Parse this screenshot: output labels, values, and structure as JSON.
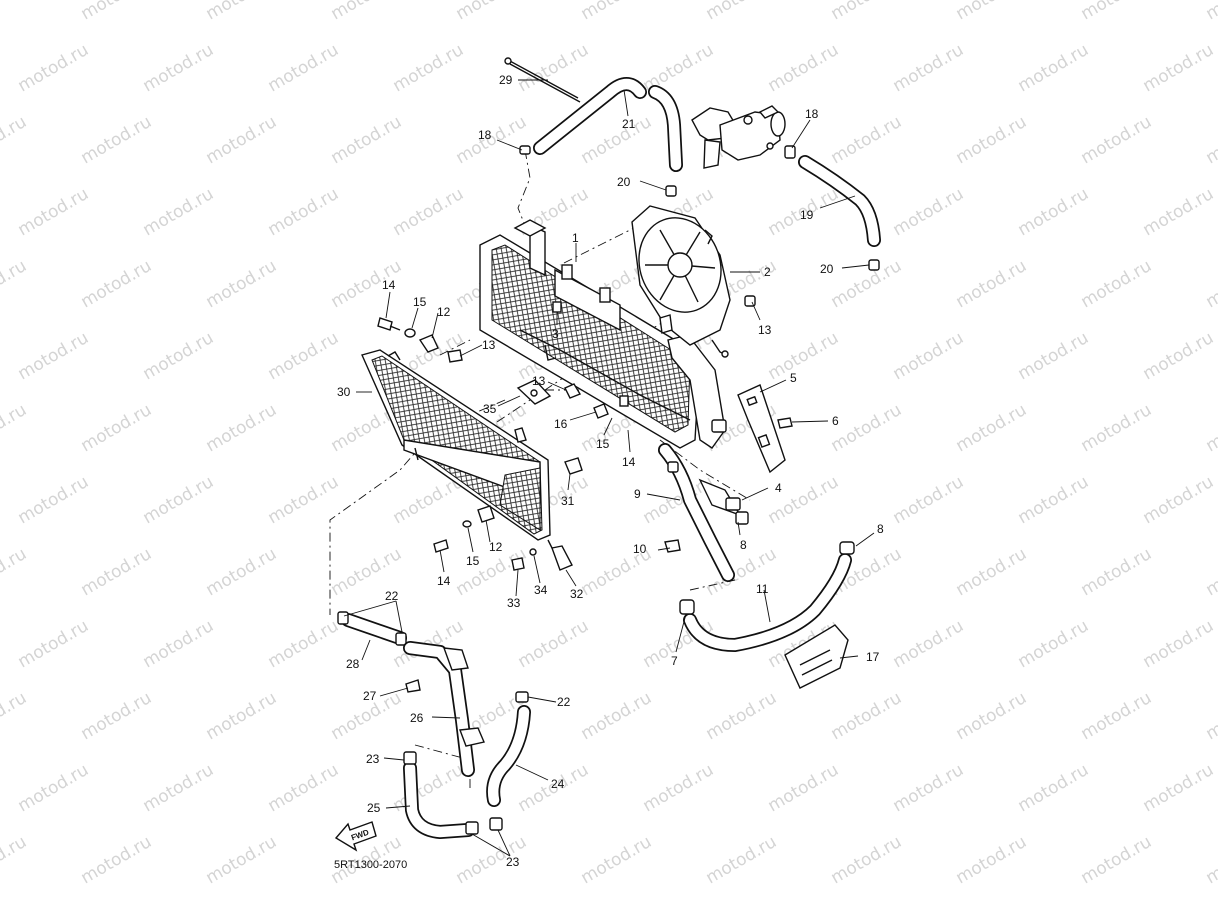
{
  "watermark": "motod.ru",
  "diagram_code": "5RT1300-2070",
  "fwd_label": "FWD",
  "callouts": [
    {
      "id": "c1",
      "text": "1"
    },
    {
      "id": "c2",
      "text": "2"
    },
    {
      "id": "c3",
      "text": "3"
    },
    {
      "id": "c4",
      "text": "4"
    },
    {
      "id": "c5",
      "text": "5"
    },
    {
      "id": "c6",
      "text": "6"
    },
    {
      "id": "c7",
      "text": "7"
    },
    {
      "id": "c8a",
      "text": "8"
    },
    {
      "id": "c8b",
      "text": "8"
    },
    {
      "id": "c9",
      "text": "9"
    },
    {
      "id": "c10",
      "text": "10"
    },
    {
      "id": "c11",
      "text": "11"
    },
    {
      "id": "c12a",
      "text": "12"
    },
    {
      "id": "c12b",
      "text": "12"
    },
    {
      "id": "c13a",
      "text": "13"
    },
    {
      "id": "c13b",
      "text": "13"
    },
    {
      "id": "c13c",
      "text": "13"
    },
    {
      "id": "c14a",
      "text": "14"
    },
    {
      "id": "c14b",
      "text": "14"
    },
    {
      "id": "c14c",
      "text": "14"
    },
    {
      "id": "c15a",
      "text": "15"
    },
    {
      "id": "c15b",
      "text": "15"
    },
    {
      "id": "c15c",
      "text": "15"
    },
    {
      "id": "c16",
      "text": "16"
    },
    {
      "id": "c17",
      "text": "17"
    },
    {
      "id": "c18a",
      "text": "18"
    },
    {
      "id": "c18b",
      "text": "18"
    },
    {
      "id": "c19",
      "text": "19"
    },
    {
      "id": "c20a",
      "text": "20"
    },
    {
      "id": "c20b",
      "text": "20"
    },
    {
      "id": "c21",
      "text": "21"
    },
    {
      "id": "c22a",
      "text": "22"
    },
    {
      "id": "c22b",
      "text": "22"
    },
    {
      "id": "c23a",
      "text": "23"
    },
    {
      "id": "c23b",
      "text": "23"
    },
    {
      "id": "c24",
      "text": "24"
    },
    {
      "id": "c25",
      "text": "25"
    },
    {
      "id": "c26",
      "text": "26"
    },
    {
      "id": "c27",
      "text": "27"
    },
    {
      "id": "c28",
      "text": "28"
    },
    {
      "id": "c29",
      "text": "29"
    },
    {
      "id": "c30",
      "text": "30"
    },
    {
      "id": "c31",
      "text": "31"
    },
    {
      "id": "c32",
      "text": "32"
    },
    {
      "id": "c33",
      "text": "33"
    },
    {
      "id": "c34",
      "text": "34"
    },
    {
      "id": "c35",
      "text": "35"
    }
  ]
}
